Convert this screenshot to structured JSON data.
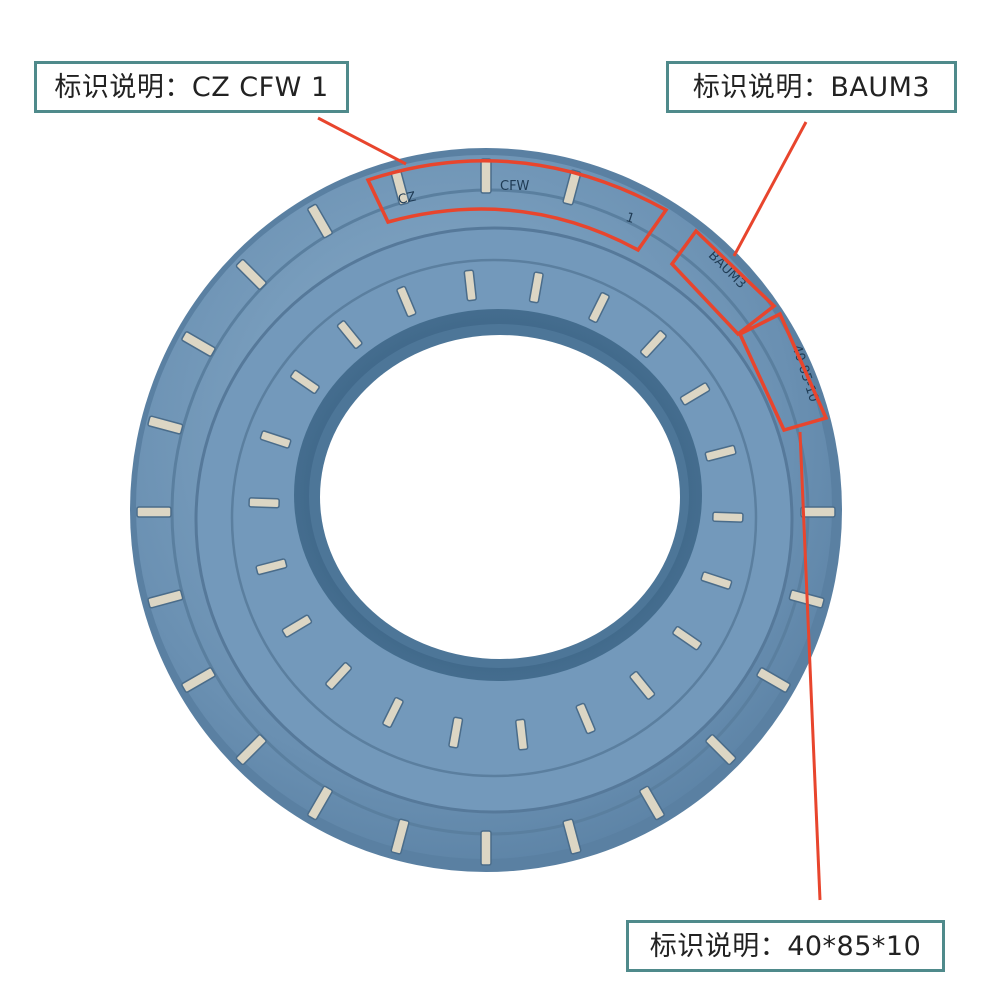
{
  "labels": {
    "cz_cfw": "标识说明：CZ CFW 1",
    "baum": "标识说明：BAUM3",
    "size": "标识说明：40*85*10"
  },
  "seal_markings": {
    "cz": "CZ",
    "cfw": "CFW",
    "one": "1",
    "baum": "BAUM3",
    "size": "40-85-10"
  },
  "colors": {
    "seal_blue": "#6a90b2",
    "seal_dark": "#3f6688",
    "highlight": "#e8452d",
    "label_border": "#4f8a8b"
  }
}
